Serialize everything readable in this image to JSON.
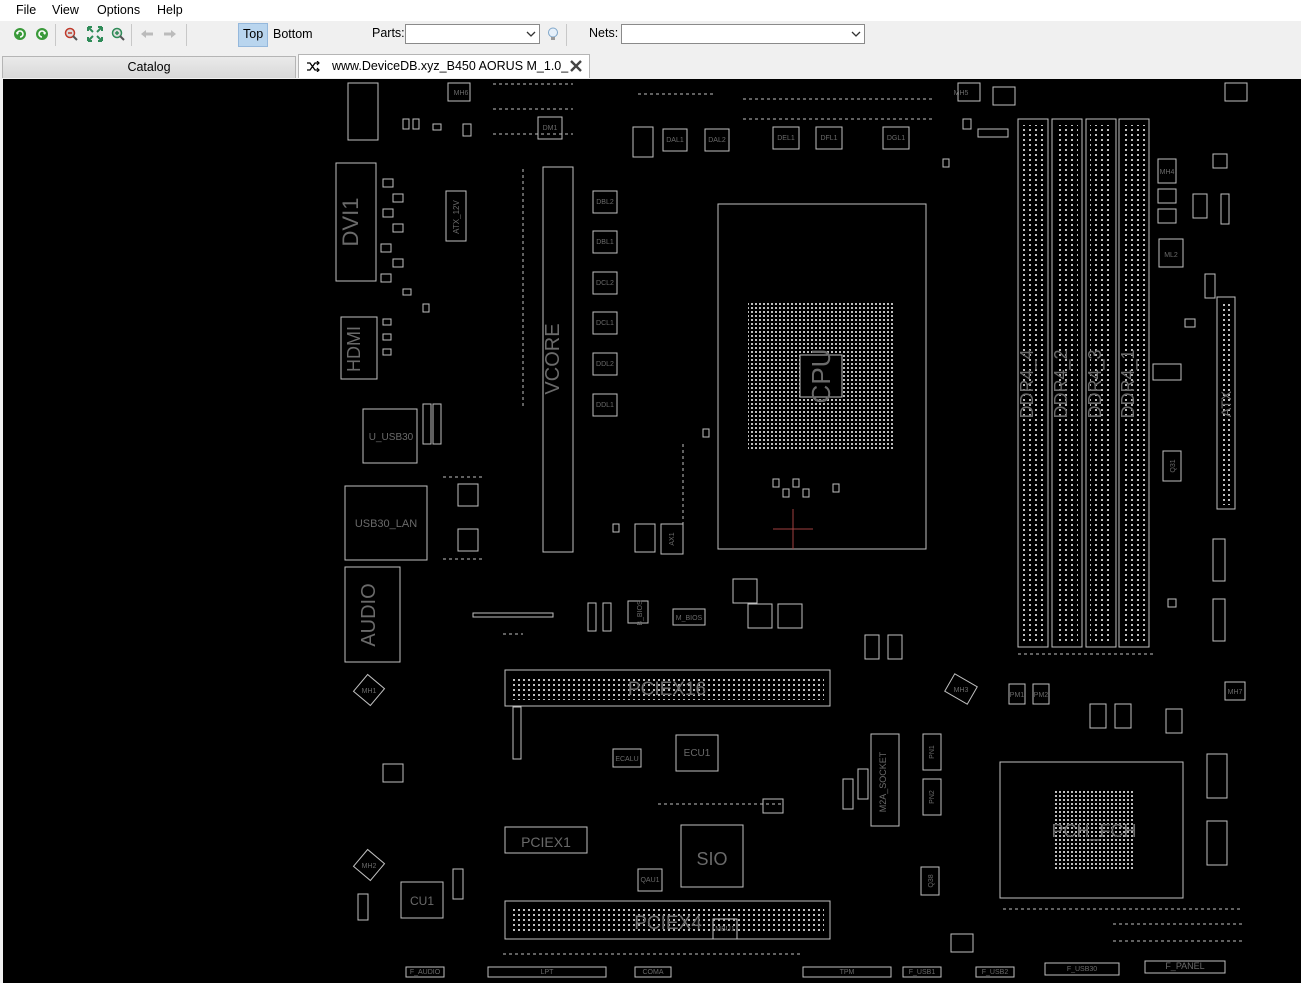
{
  "menu": {
    "file": "File",
    "view": "View",
    "options": "Options",
    "help": "Help"
  },
  "toolbar": {
    "icons": [
      "rotate-cw-icon",
      "rotate-ccw-icon",
      "zoom-out-icon",
      "fit-icon",
      "zoom-in-icon",
      "back-arrow-icon",
      "forward-arrow-icon",
      "search-bulb-icon"
    ],
    "top_label": "Top",
    "bottom_label": "Bottom",
    "parts_label": "Parts:",
    "parts_value": "",
    "nets_label": "Nets:",
    "nets_value": "",
    "accent": "#b9d5ee"
  },
  "tabs": {
    "catalog": "Catalog",
    "board": "www.DeviceDB.xyz_B450 AORUS M_1.0_"
  },
  "board": {
    "background": "#000000",
    "trace_color": "#bfbfbf",
    "labels": {
      "cpu": "CPU",
      "dvi": "DVI1",
      "hdmi": "HDMI",
      "usb30": "U_USB30",
      "usb30lan": "USB30_LAN",
      "audio": "AUDIO",
      "atx12v": "ATX_12V",
      "vcore": "VCORE",
      "pciex16": "PCIEX16",
      "pciex1": "PCIEX1",
      "pciex4": "PCIEX4",
      "sio": "SIO",
      "ecu1": "ECU1",
      "cu1": "CU1",
      "m2a": "M2A_SOCKET",
      "pch": "PCH_FCH",
      "atx": "ATX",
      "ddr4_4": "DDR4_4",
      "ddr4_2": "DDR4_2",
      "ddr4_3": "DDR4_3",
      "ddr4_1": "DDR4_1",
      "ml2": "ML2",
      "q31": "Q31",
      "q38": "Q38",
      "dal1": "DAL1",
      "dal2": "DAL2",
      "del1": "DEL1",
      "dfl1": "DFL1",
      "dgl1": "DGL1",
      "dbl2": "DBL2",
      "dbl1": "DBL1",
      "dcl2": "DCL2",
      "dcl1": "DCL1",
      "ddl2": "DDL2",
      "ddl1": "DDL1",
      "dm1": "DM1",
      "ax1": "AX1",
      "pm1": "PM1",
      "pm2": "PM2",
      "pn1": "PN1",
      "pn2": "PN2",
      "ecalu": "ECALU",
      "mbios": "M_BIOS",
      "bbios": "B_BIOS",
      "qau1": "QAU1",
      "mbu1": "MBU1",
      "mh1": "MH1",
      "mh2": "MH2",
      "mh3": "MH3",
      "mh4": "MH4",
      "mh5": "MH5",
      "mh6": "MH6",
      "mh7": "MH7",
      "f_audio": "F_AUDIO",
      "lpt": "LPT",
      "coma": "COMA",
      "tpm": "TPM",
      "f_usb1": "F_USB1",
      "f_usb2": "F_USB2",
      "f_usb30": "F_USB30",
      "f_panel": "F_PANEL"
    }
  }
}
